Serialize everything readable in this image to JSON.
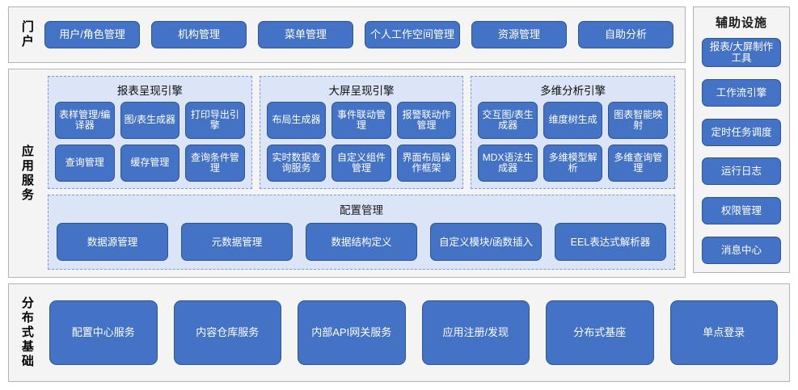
{
  "diagram": {
    "bands": {
      "portal": {
        "label": "门户",
        "items": [
          {
            "label": "用户/角色管理"
          },
          {
            "label": "机构管理"
          },
          {
            "label": "菜单管理"
          },
          {
            "label": "个人工作空间管理"
          },
          {
            "label": "资源管理"
          },
          {
            "label": "自助分析"
          }
        ]
      },
      "application": {
        "label": "应用服务",
        "engines": [
          {
            "title": "报表呈现引擎",
            "items": [
              {
                "label": "表样管理/编译器"
              },
              {
                "label": "图/表生成器"
              },
              {
                "label": "打印导出引擎"
              },
              {
                "label": "查询管理"
              },
              {
                "label": "缓存管理"
              },
              {
                "label": "查询条件管理"
              }
            ]
          },
          {
            "title": "大屏呈现引擎",
            "items": [
              {
                "label": "布局生成器"
              },
              {
                "label": "事件联动管理"
              },
              {
                "label": "报警联动作管理"
              },
              {
                "label": "实时数据查询服务"
              },
              {
                "label": "自定义组件管理"
              },
              {
                "label": "界面布局操作框架"
              }
            ]
          },
          {
            "title": "多维分析引擎",
            "items": [
              {
                "label": "交互图/表生成器"
              },
              {
                "label": "维度树生成"
              },
              {
                "label": "图表智能映射"
              },
              {
                "label": "MDX语法生成器"
              },
              {
                "label": "多维模型解析"
              },
              {
                "label": "多维查询管理"
              }
            ]
          }
        ],
        "config": {
          "title": "配置管理",
          "items": [
            {
              "label": "数据源管理"
            },
            {
              "label": "元数据管理"
            },
            {
              "label": "数据结构定义"
            },
            {
              "label": "自定义模块/函数插入"
            },
            {
              "label": "EEL表达式解析器"
            }
          ]
        }
      },
      "distributed": {
        "label": "分布式基础",
        "items": [
          {
            "label": "配置中心服务"
          },
          {
            "label": "内容仓库服务"
          },
          {
            "label": "内部API网关服务"
          },
          {
            "label": "应用注册/发现"
          },
          {
            "label": "分布式基座"
          },
          {
            "label": "单点登录"
          }
        ]
      },
      "auxiliary": {
        "label": "辅助设施",
        "items": [
          {
            "label": "报表/大屏制作工具"
          },
          {
            "label": "工作流引擎"
          },
          {
            "label": "定时任务调度"
          },
          {
            "label": "运行日志"
          },
          {
            "label": "权限管理"
          },
          {
            "label": "消息中心"
          }
        ]
      }
    },
    "colors": {
      "button": "#4472c4",
      "button_border": "#2f558f",
      "group_fill": "#dbe5f7",
      "group_border": "#7a9ad4",
      "panel_fill": "#f4f4f4",
      "panel_border": "#b4b4b4",
      "text_on_button": "#ffffff"
    }
  }
}
